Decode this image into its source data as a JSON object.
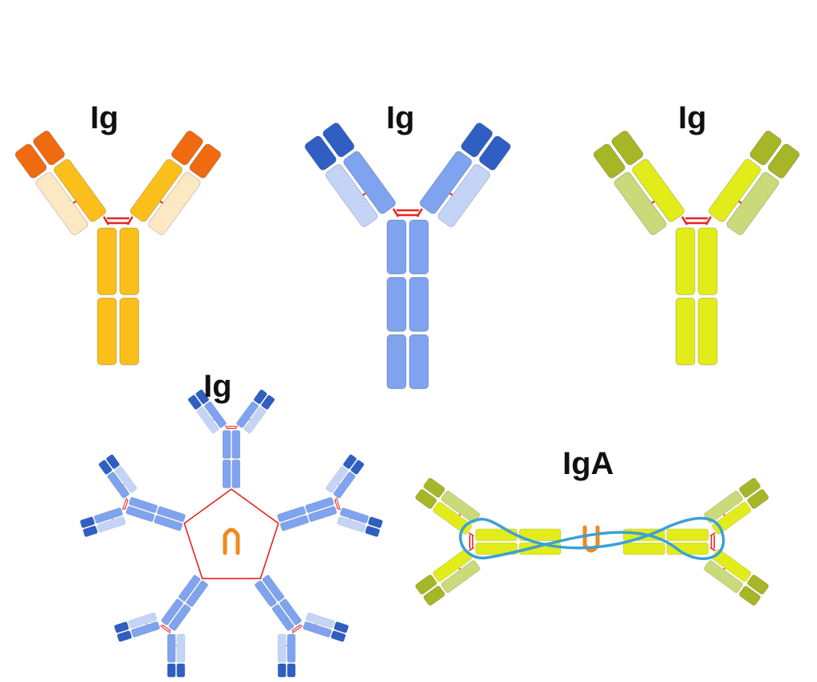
{
  "diagram": {
    "labels": {
      "ig_1": "Ig",
      "ig_2": "Ig",
      "ig_3": "Ig",
      "ig_4": "Ig",
      "iga": "IgA"
    },
    "colors": {
      "background": "#ffffff",
      "disulfide_bond": "#e8231e",
      "j_chain": "#f08a1c",
      "secretory_component": "#3aa0d8",
      "orange_variable": "#f06a10",
      "orange_constant": "#fbbf1c",
      "orange_light": "#fde8c4",
      "blue_variable": "#2f5fc2",
      "blue_constant": "#7fa3ee",
      "blue_light": "#c3d4f7",
      "olive_variable": "#a6b626",
      "olive_constant": "#e2ec1a",
      "olive_light": "#cad97a"
    }
  }
}
